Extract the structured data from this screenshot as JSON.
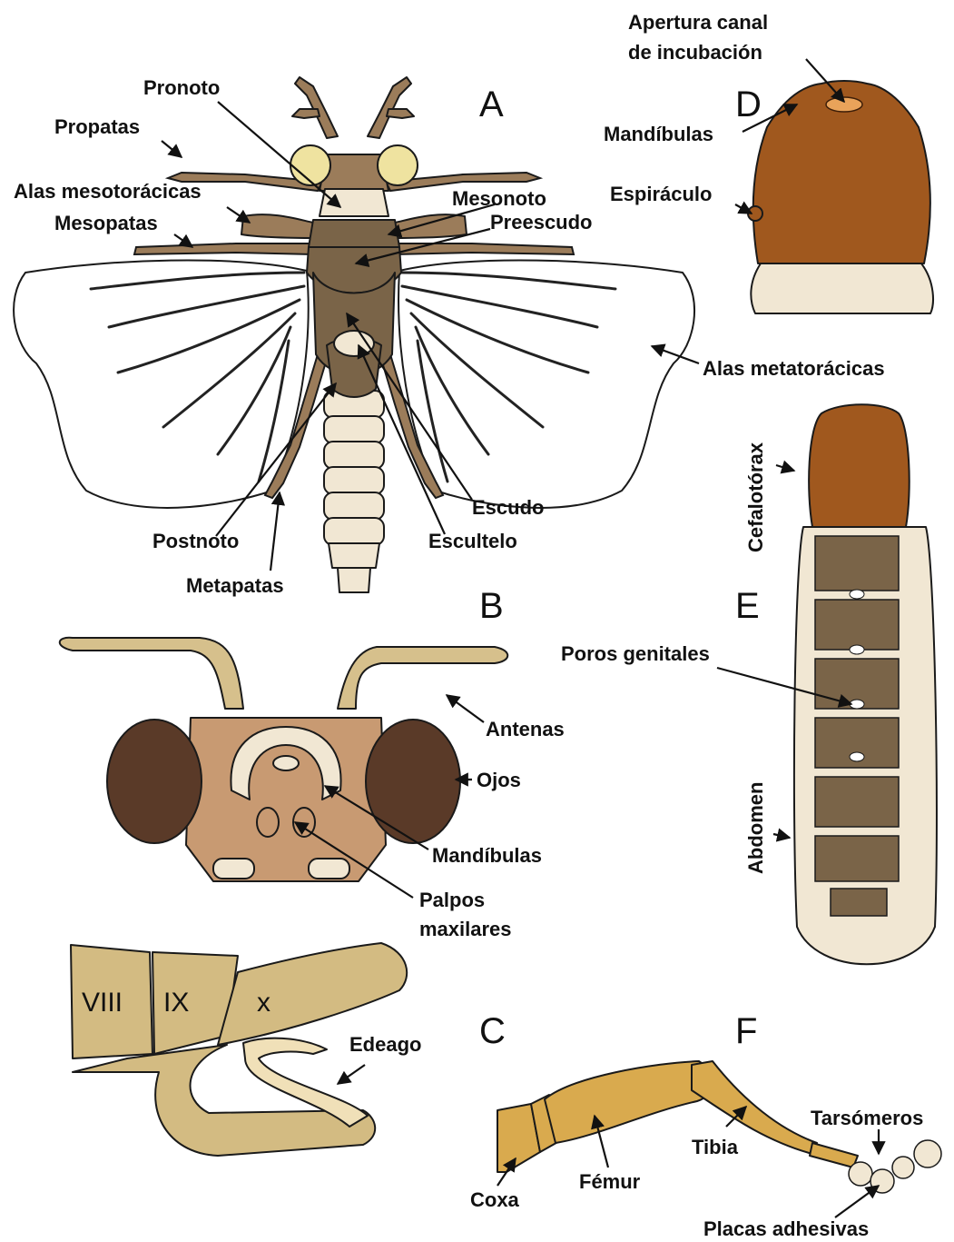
{
  "colors": {
    "cephalothorax_brown": "#a0581e",
    "thorax_dark": "#7a6448",
    "thorax_mid": "#9b7c5a",
    "abdomen_cream": "#f1e7d3",
    "head_tan": "#c89a72",
    "antenna_tan": "#d6c08c",
    "genitalia_khaki": "#d3bb82",
    "leg_gold": "#d9aa4e",
    "wing_white": "#ffffff"
  },
  "panels": {
    "A": {
      "letter": "A",
      "labels": {
        "pronoto": "Pronoto",
        "propatas": "Propatas",
        "alas_meso": "Alas mesotorácicas",
        "mesopatas": "Mesopatas",
        "mesonoto": "Mesonoto",
        "preescudo": "Preescudo",
        "alas_meta": "Alas metatorácicas",
        "escudo": "Escudo",
        "escultelo": "Escultelo",
        "postnoto": "Postnoto",
        "metapatas": "Metapatas"
      }
    },
    "B": {
      "letter": "B",
      "labels": {
        "antenas": "Antenas",
        "ojos": "Ojos",
        "mandibulas": "Mandíbulas",
        "palpos_1": "Palpos",
        "palpos_2": "maxilares"
      }
    },
    "C": {
      "letter": "C",
      "segments": [
        "VIII",
        "IX",
        "x"
      ],
      "labels": {
        "edeago": "Edeago"
      }
    },
    "D": {
      "letter": "D",
      "labels": {
        "apertura_1": "Apertura canal",
        "apertura_2": "de incubación",
        "mandibulas": "Mandíbulas",
        "espiraculo": "Espiráculo"
      }
    },
    "E": {
      "letter": "E",
      "labels": {
        "cefalotorax": "Cefalotórax",
        "poros": "Poros genitales",
        "abdomen": "Abdomen"
      }
    },
    "F": {
      "letter": "F",
      "labels": {
        "tarsomeros": "Tarsómeros",
        "tibia": "Tibia",
        "femur": "Fémur",
        "coxa": "Coxa",
        "placas": "Placas adhesivas"
      }
    }
  }
}
